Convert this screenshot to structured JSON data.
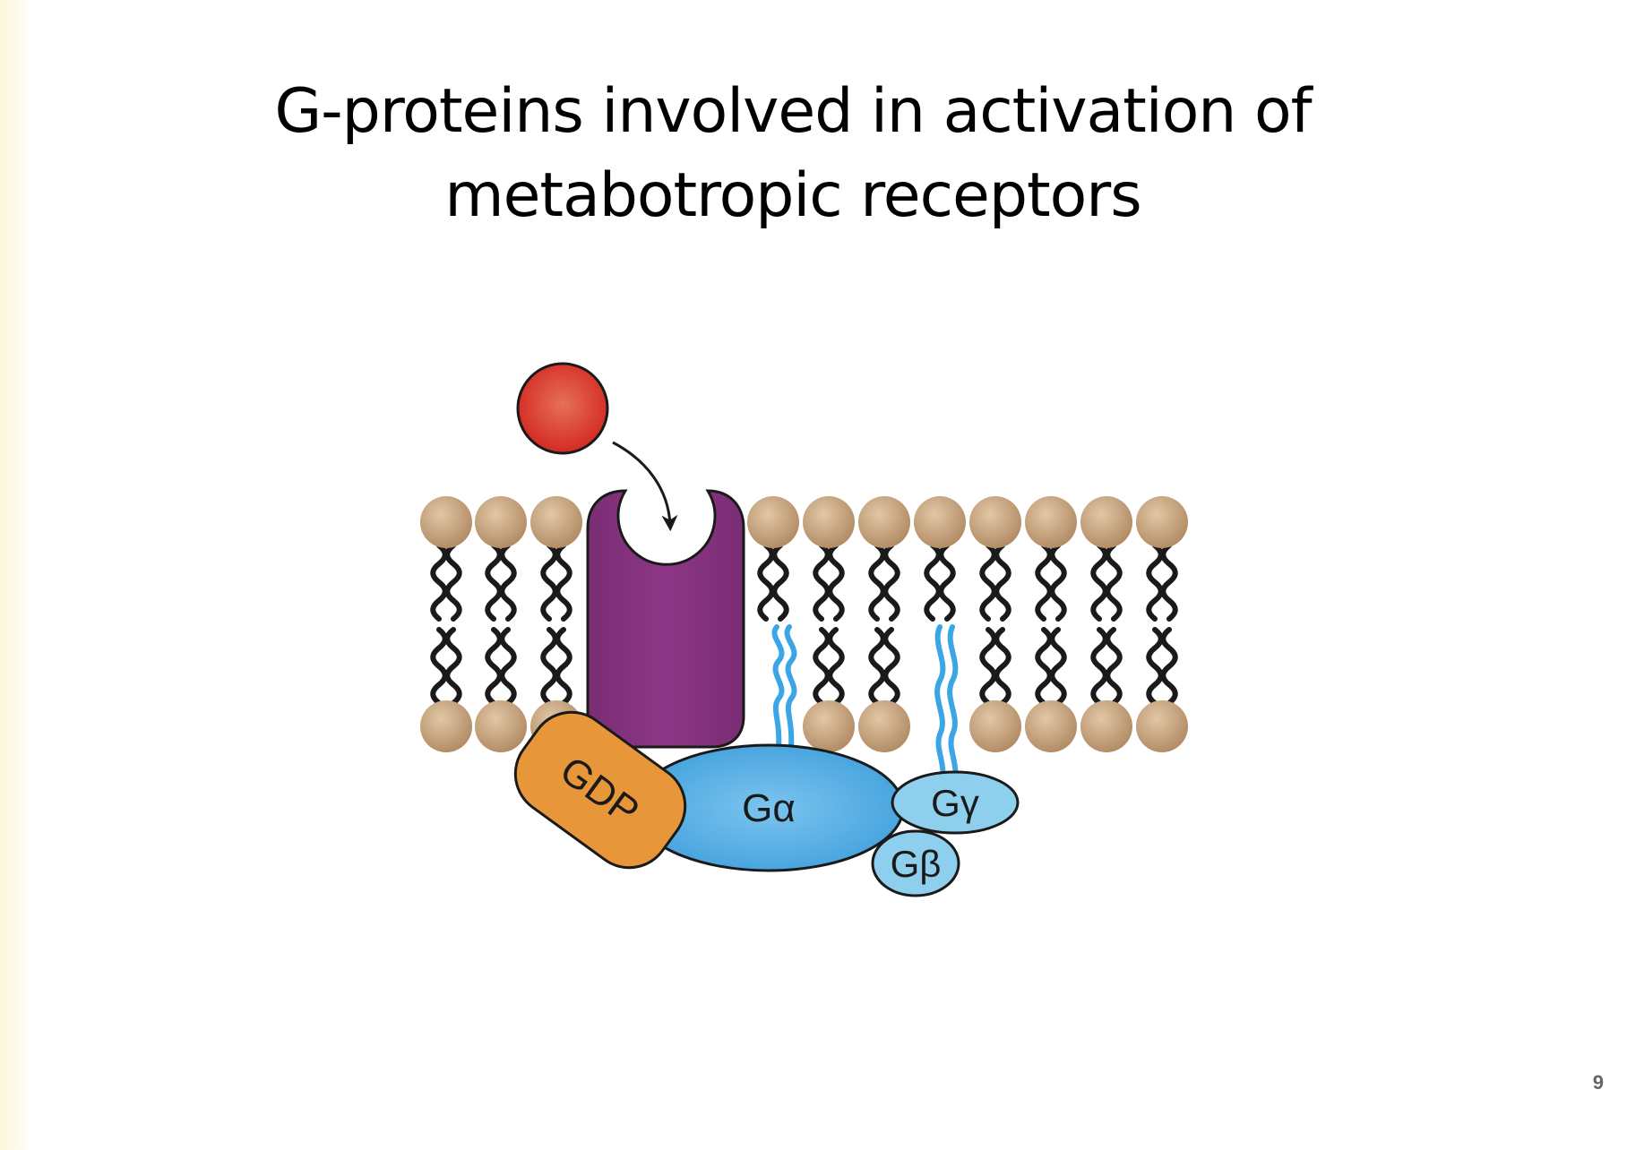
{
  "slide": {
    "title_line1": "G-proteins involved in activation of",
    "title_line2": "metabotropic receptors",
    "page_number": "9"
  },
  "diagram": {
    "labels": {
      "gdp": "GDP",
      "g_alpha": "Gα",
      "g_gamma": "Gγ",
      "g_beta": "Gβ"
    },
    "colors": {
      "ligand": "#d9342b",
      "receptor": "#86337f",
      "gdp": "#e8963a",
      "g_alpha": "#4aa8e0",
      "g_beta_gamma": "#8fcfee",
      "lipid_anchor": "#3aa6e6",
      "lipid_head": "#c4a07a",
      "lipid_tail": "#1a1a1a"
    }
  }
}
